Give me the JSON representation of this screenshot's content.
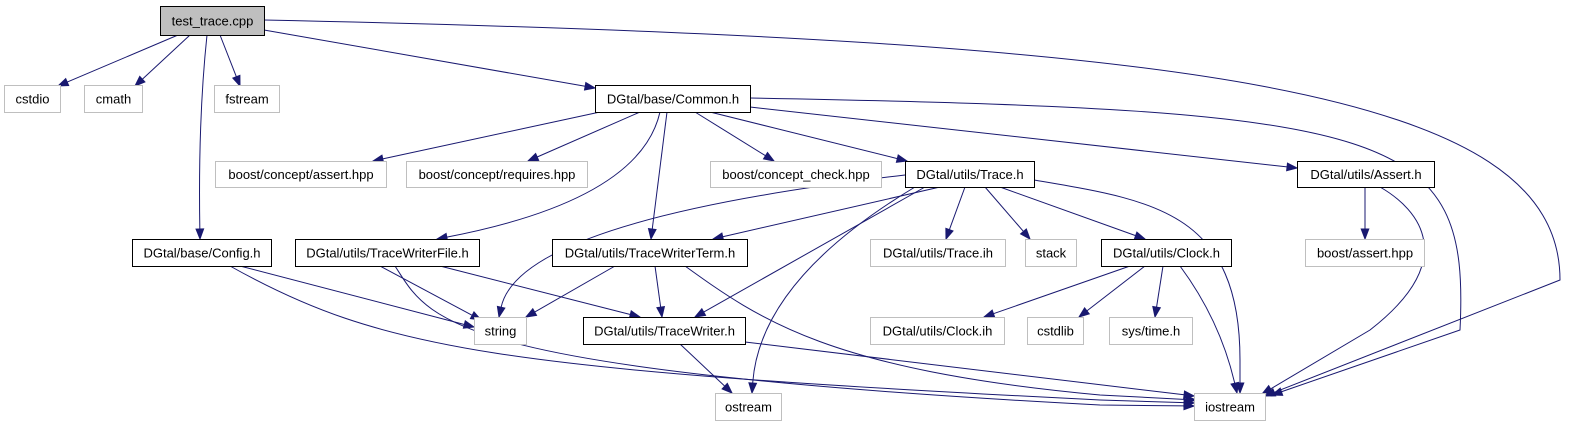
{
  "diagram": {
    "type": "include-dependency-graph",
    "colors": {
      "edge": "#191970",
      "root_fill": "#bfbfbf",
      "local_border": "#000000",
      "external_border": "#bfbfbf",
      "node_fill": "#ffffff",
      "text": "#000000"
    },
    "nodes": [
      {
        "id": "test_trace",
        "label": "test_trace.cpp",
        "kind": "root"
      },
      {
        "id": "cstdio",
        "label": "cstdio",
        "kind": "external"
      },
      {
        "id": "cmath",
        "label": "cmath",
        "kind": "external"
      },
      {
        "id": "fstream",
        "label": "fstream",
        "kind": "external"
      },
      {
        "id": "common",
        "label": "DGtal/base/Common.h",
        "kind": "local"
      },
      {
        "id": "config",
        "label": "DGtal/base/Config.h",
        "kind": "local"
      },
      {
        "id": "b_assert",
        "label": "boost/concept/assert.hpp",
        "kind": "external"
      },
      {
        "id": "b_requires",
        "label": "boost/concept/requires.hpp",
        "kind": "external"
      },
      {
        "id": "b_check",
        "label": "boost/concept_check.hpp",
        "kind": "external"
      },
      {
        "id": "trace_h",
        "label": "DGtal/utils/Trace.h",
        "kind": "local"
      },
      {
        "id": "assert_h",
        "label": "DGtal/utils/Assert.h",
        "kind": "local"
      },
      {
        "id": "twfile",
        "label": "DGtal/utils/TraceWriterFile.h",
        "kind": "local"
      },
      {
        "id": "twterm",
        "label": "DGtal/utils/TraceWriterTerm.h",
        "kind": "local"
      },
      {
        "id": "trace_ih",
        "label": "DGtal/utils/Trace.ih",
        "kind": "external"
      },
      {
        "id": "stack",
        "label": "stack",
        "kind": "external"
      },
      {
        "id": "clock_h",
        "label": "DGtal/utils/Clock.h",
        "kind": "local"
      },
      {
        "id": "b_assert2",
        "label": "boost/assert.hpp",
        "kind": "external"
      },
      {
        "id": "string",
        "label": "string",
        "kind": "external"
      },
      {
        "id": "tw",
        "label": "DGtal/utils/TraceWriter.h",
        "kind": "local"
      },
      {
        "id": "clock_ih",
        "label": "DGtal/utils/Clock.ih",
        "kind": "external"
      },
      {
        "id": "cstdlib",
        "label": "cstdlib",
        "kind": "external"
      },
      {
        "id": "systime",
        "label": "sys/time.h",
        "kind": "external"
      },
      {
        "id": "ostream",
        "label": "ostream",
        "kind": "external"
      },
      {
        "id": "iostream",
        "label": "iostream",
        "kind": "external"
      }
    ],
    "edges": [
      {
        "from": "test_trace",
        "to": "cstdio"
      },
      {
        "from": "test_trace",
        "to": "cmath"
      },
      {
        "from": "test_trace",
        "to": "fstream"
      },
      {
        "from": "test_trace",
        "to": "common"
      },
      {
        "from": "test_trace",
        "to": "config"
      },
      {
        "from": "test_trace",
        "to": "iostream"
      },
      {
        "from": "common",
        "to": "b_assert"
      },
      {
        "from": "common",
        "to": "b_requires"
      },
      {
        "from": "common",
        "to": "b_check"
      },
      {
        "from": "common",
        "to": "trace_h"
      },
      {
        "from": "common",
        "to": "assert_h"
      },
      {
        "from": "common",
        "to": "twfile"
      },
      {
        "from": "common",
        "to": "twterm"
      },
      {
        "from": "common",
        "to": "iostream"
      },
      {
        "from": "config",
        "to": "string"
      },
      {
        "from": "config",
        "to": "iostream"
      },
      {
        "from": "trace_h",
        "to": "string"
      },
      {
        "from": "trace_h",
        "to": "twterm"
      },
      {
        "from": "trace_h",
        "to": "tw"
      },
      {
        "from": "trace_h",
        "to": "ostream"
      },
      {
        "from": "trace_h",
        "to": "trace_ih"
      },
      {
        "from": "trace_h",
        "to": "stack"
      },
      {
        "from": "trace_h",
        "to": "clock_h"
      },
      {
        "from": "trace_h",
        "to": "iostream"
      },
      {
        "from": "assert_h",
        "to": "b_assert2"
      },
      {
        "from": "assert_h",
        "to": "iostream"
      },
      {
        "from": "twfile",
        "to": "string"
      },
      {
        "from": "twfile",
        "to": "tw"
      },
      {
        "from": "twfile",
        "to": "iostream"
      },
      {
        "from": "twterm",
        "to": "string"
      },
      {
        "from": "twterm",
        "to": "tw"
      },
      {
        "from": "twterm",
        "to": "iostream"
      },
      {
        "from": "tw",
        "to": "ostream"
      },
      {
        "from": "tw",
        "to": "iostream"
      },
      {
        "from": "clock_h",
        "to": "clock_ih"
      },
      {
        "from": "clock_h",
        "to": "cstdlib"
      },
      {
        "from": "clock_h",
        "to": "systime"
      },
      {
        "from": "clock_h",
        "to": "iostream"
      }
    ]
  }
}
